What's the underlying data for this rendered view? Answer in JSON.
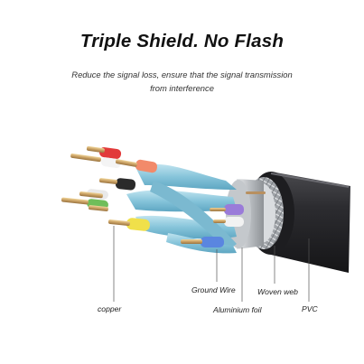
{
  "header": {
    "title": "Triple Shield. No Flash",
    "subtitle_lines": [
      "Reduce the signal loss, ensure that the signal transmission",
      "from interference"
    ]
  },
  "labels": {
    "copper": "copper",
    "ground_wire": "Ground Wire",
    "aluminium_foil": "Aluminium foil",
    "woven_web": "Woven web",
    "pvc": "PVC"
  },
  "colors": {
    "jacket": "#2a2a2d",
    "pair_shield": "#8ec9de",
    "copper": "#c9a063",
    "foil": "#c8ccd0"
  }
}
